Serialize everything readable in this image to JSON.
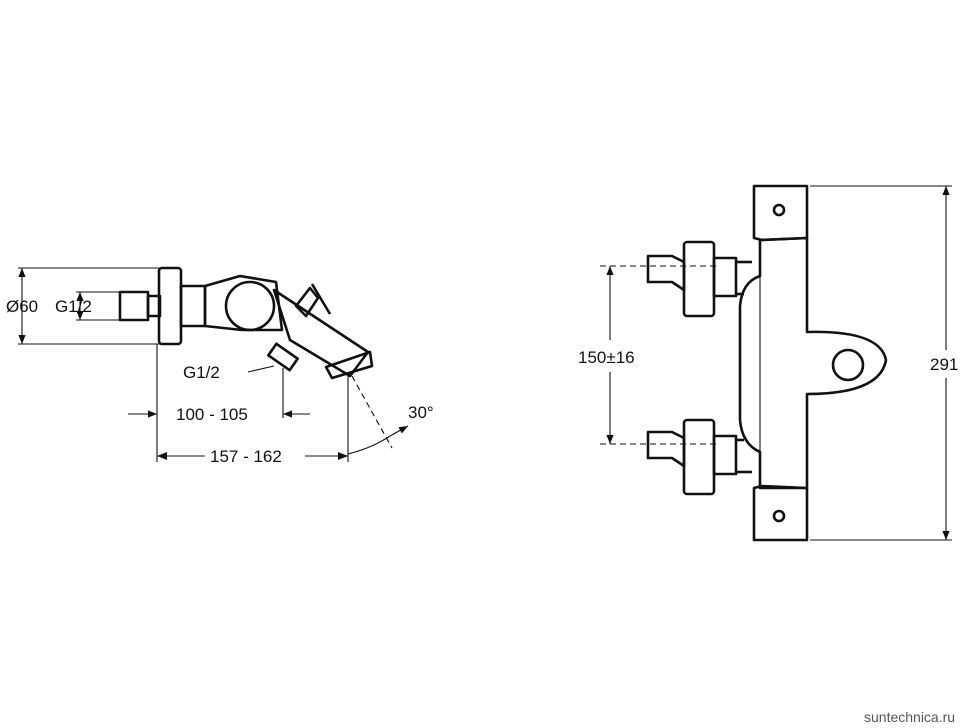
{
  "side_view": {
    "dims": {
      "diameter": "Ø60",
      "thread_inlet": "G1/2",
      "thread_outlet": "G1/2",
      "spout_inlet_distance": "100 - 105",
      "total_depth": "157 - 162",
      "spout_angle": "30°"
    }
  },
  "front_view": {
    "dims": {
      "inlet_spacing": "150±16",
      "total_height": "291"
    }
  },
  "watermark": "suntechnica.ru"
}
